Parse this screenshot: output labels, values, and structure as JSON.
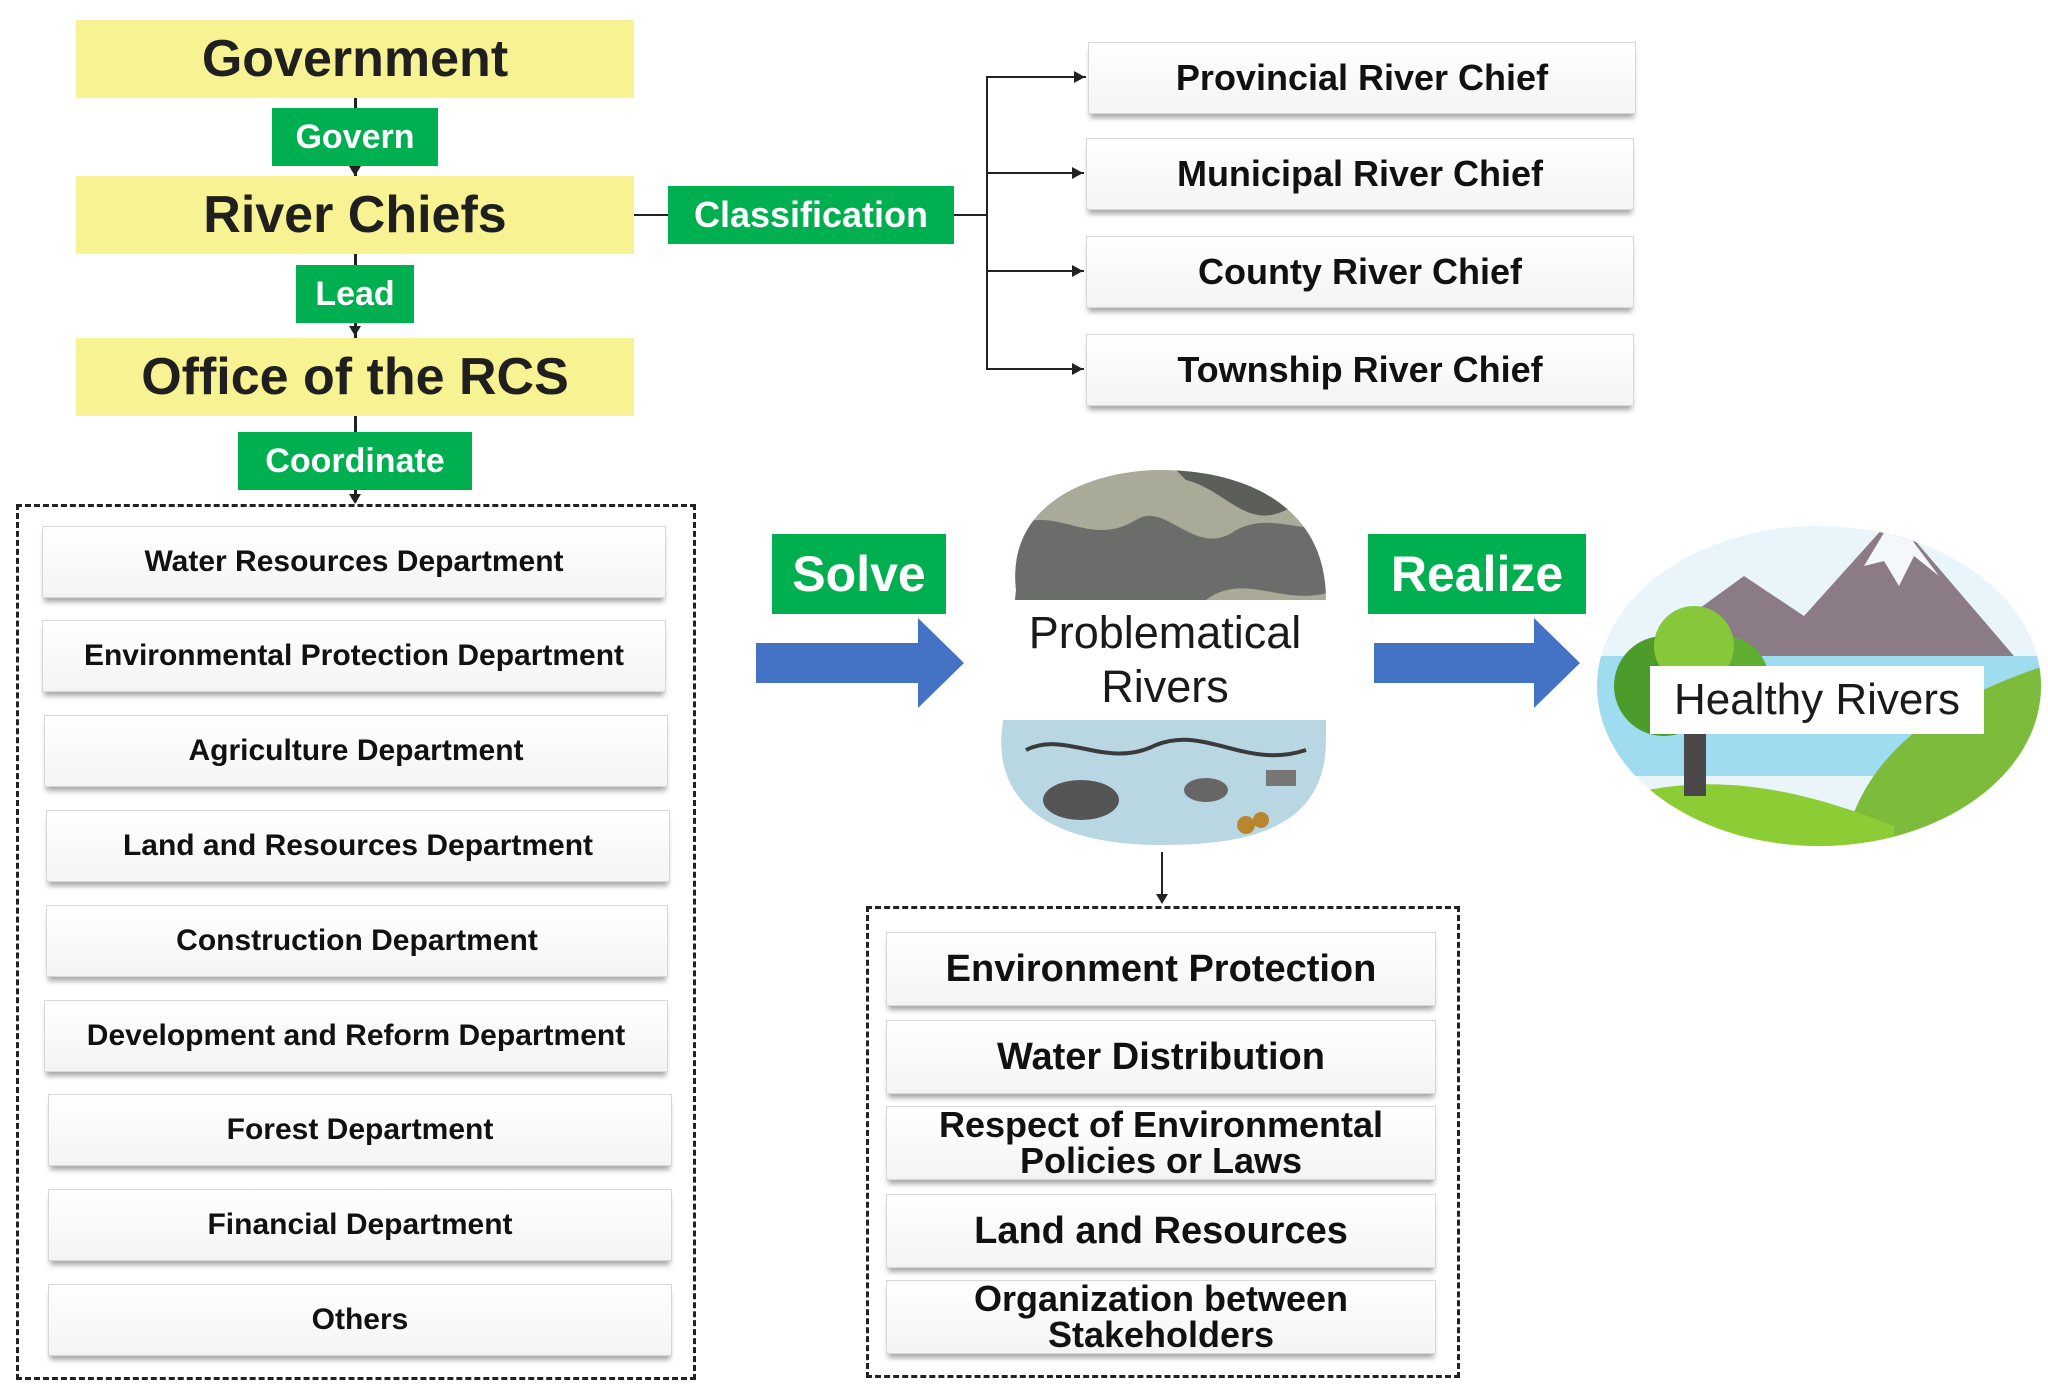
{
  "hierarchy": {
    "government": "Government",
    "govern": "Govern",
    "river_chiefs": "River Chiefs",
    "lead": "Lead",
    "office": "Office of the RCS",
    "coordinate": "Coordinate"
  },
  "classification": {
    "label": "Classification",
    "levels": [
      "Provincial River Chief",
      "Municipal River Chief",
      "County River Chief",
      "Township River Chief"
    ]
  },
  "departments": [
    "Water Resources Department",
    "Environmental Protection Department",
    "Agriculture Department",
    "Land and Resources Department",
    "Construction Department",
    "Development and Reform Department",
    "Forest Department",
    "Financial Department",
    "Others"
  ],
  "flow": {
    "solve": "Solve",
    "problem_line1": "Problematical",
    "problem_line2": "Rivers",
    "realize": "Realize",
    "healthy": "Healthy Rivers"
  },
  "issues": [
    [
      "Environment Protection"
    ],
    [
      "Water Distribution"
    ],
    [
      "Respect of Environmental",
      "Policies or Laws"
    ],
    [
      "Land and Resources"
    ],
    [
      "Organization between",
      "Stakeholders"
    ]
  ],
  "colors": {
    "yellow": "#f7f292",
    "green": "#00b050",
    "arrow_blue": "#4472c4"
  }
}
